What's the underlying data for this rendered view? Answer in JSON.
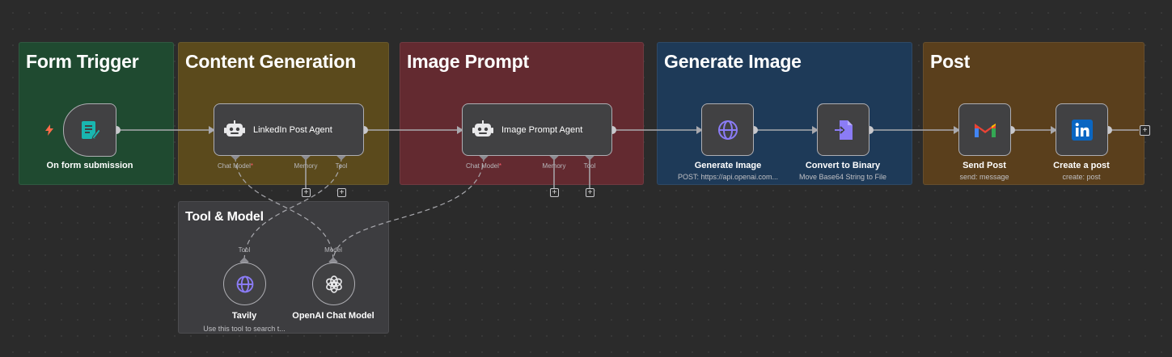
{
  "groups": {
    "form": "Form Trigger",
    "content": "Content Generation",
    "image": "Image Prompt",
    "gen": "Generate Image",
    "post": "Post",
    "tool": "Tool & Model"
  },
  "nodes": {
    "form_submission": {
      "label": "On form submission",
      "icon": "form-icon"
    },
    "linkedin_agent": {
      "label": "LinkedIn Post Agent",
      "icon": "robot-icon"
    },
    "image_agent": {
      "label": "Image Prompt Agent",
      "icon": "robot-icon"
    },
    "generate_image": {
      "label": "Generate Image",
      "sub": "POST: https://api.openai.com...",
      "icon": "globe-icon"
    },
    "convert_binary": {
      "label": "Convert to Binary",
      "sub": "Move Base64 String to File",
      "icon": "convert-file-icon"
    },
    "send_post": {
      "label": "Send Post",
      "sub": "send: message",
      "icon": "gmail-icon"
    },
    "create_post": {
      "label": "Create a post",
      "sub": "create: post",
      "icon": "linkedin-icon"
    },
    "tavily": {
      "label": "Tavily",
      "sub": "Use this tool to search t...",
      "icon": "globe-icon"
    },
    "openai_model": {
      "label": "OpenAI Chat Model",
      "icon": "openai-icon"
    }
  },
  "handles": {
    "chat_model": "Chat Model",
    "required_mark": "*",
    "memory": "Memory",
    "tool": "Tool",
    "model": "Model"
  },
  "colors": {
    "form_group": "#1f4a30",
    "content_group": "#5b4a1c",
    "image_group": "#632a30",
    "gen_group": "#1e3a58",
    "post_group": "#5a3f1c",
    "tool_group": "#3d3d40",
    "gmail_red": "#ea4335",
    "linkedin_blue": "#0a66c2",
    "icon_purple": "#8b7cf6"
  }
}
